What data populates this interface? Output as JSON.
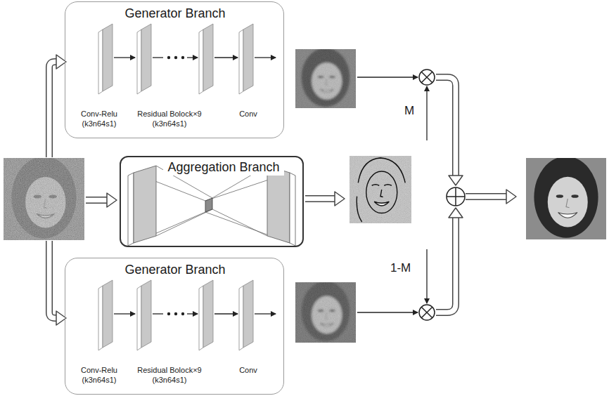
{
  "diagram": {
    "nodes": [
      {
        "text": [
          "Generator Branch",
          "Conv-Relu (k3n64s1)",
          "Residual Bolock×9 (k3n64s1)",
          "Conv"
        ]
      },
      {
        "text": [
          "Aggregation Branch"
        ]
      },
      {
        "text": [
          "Generator Branch",
          "Conv-Relu (k3n64s1)",
          "Residual Bolock×9 (k3n64s1)",
          "Conv"
        ]
      }
    ],
    "labels": [
      "M",
      "1-M"
    ]
  }
}
